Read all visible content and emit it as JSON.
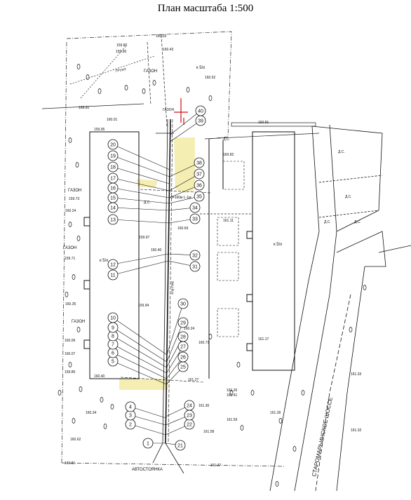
{
  "title": "План масштаба 1:500",
  "colors": {
    "ink": "#111111",
    "accent_red": "#d01010",
    "highlight": "#f2eaa0"
  },
  "left_numbers": [
    "1",
    "2",
    "3",
    "4",
    "5",
    "6",
    "7",
    "8",
    "9",
    "10",
    "11",
    "12",
    "13",
    "14",
    "15",
    "16",
    "17",
    "18",
    "19",
    "20"
  ],
  "right_numbers": [
    "21",
    "22",
    "23",
    "24",
    "25",
    "26",
    "27",
    "28",
    "29",
    "30",
    "31",
    "32",
    "33",
    "34",
    "35",
    "36",
    "37",
    "38",
    "39",
    "40"
  ],
  "labels": {
    "gazon_top": "ГАЗОН",
    "gazon_left1": "ГАЗОН",
    "gazon_left2": "ГАЗОН",
    "gazon_left3": "ГАЗОН",
    "gazon_small": "ГАЗОН",
    "grunt": "ГРУНТ",
    "ds": "Д.С.",
    "autostoyanka": "АВТОСТОЯНКА",
    "shosse": "СТАРОМАРЬИНСКОЕ   ШОССЕ",
    "pipe_top": "d=160м L-1м",
    "pipe_mid": "4лр П46",
    "kx": "к 5/х"
  },
  "elevations": {
    "e1": "159.80",
    "e2": "160.03",
    "e3": "160.43",
    "e4": "159.90",
    "e5": "160.52",
    "e6": "159.91",
    "e7": "160.01",
    "e8": "159.95",
    "e9": "160.81",
    "e10": "160.82",
    "e11": "159.73",
    "e12": "160.24",
    "e13": "159.97",
    "e14": "160.69",
    "e15": "160.40",
    "e16": "159.71",
    "e17": "160.35",
    "e18": "159.94",
    "e19": "160.24",
    "e20": "160.71",
    "e21": "160.06",
    "e22": "160.07",
    "e23": "159.85",
    "e24": "160.40",
    "e25": "161.27",
    "e26": "161.26",
    "e27": "161.41",
    "e28": "161.30",
    "e29": "161.59",
    "e30": "161.39",
    "e31": "161.58",
    "e32": "160.62",
    "e33": "160.81",
    "e34": "161.37",
    "e35": "161.33",
    "e36": "161.32",
    "e37": "160.34",
    "e38": "161.11",
    "e39": "161.17"
  }
}
